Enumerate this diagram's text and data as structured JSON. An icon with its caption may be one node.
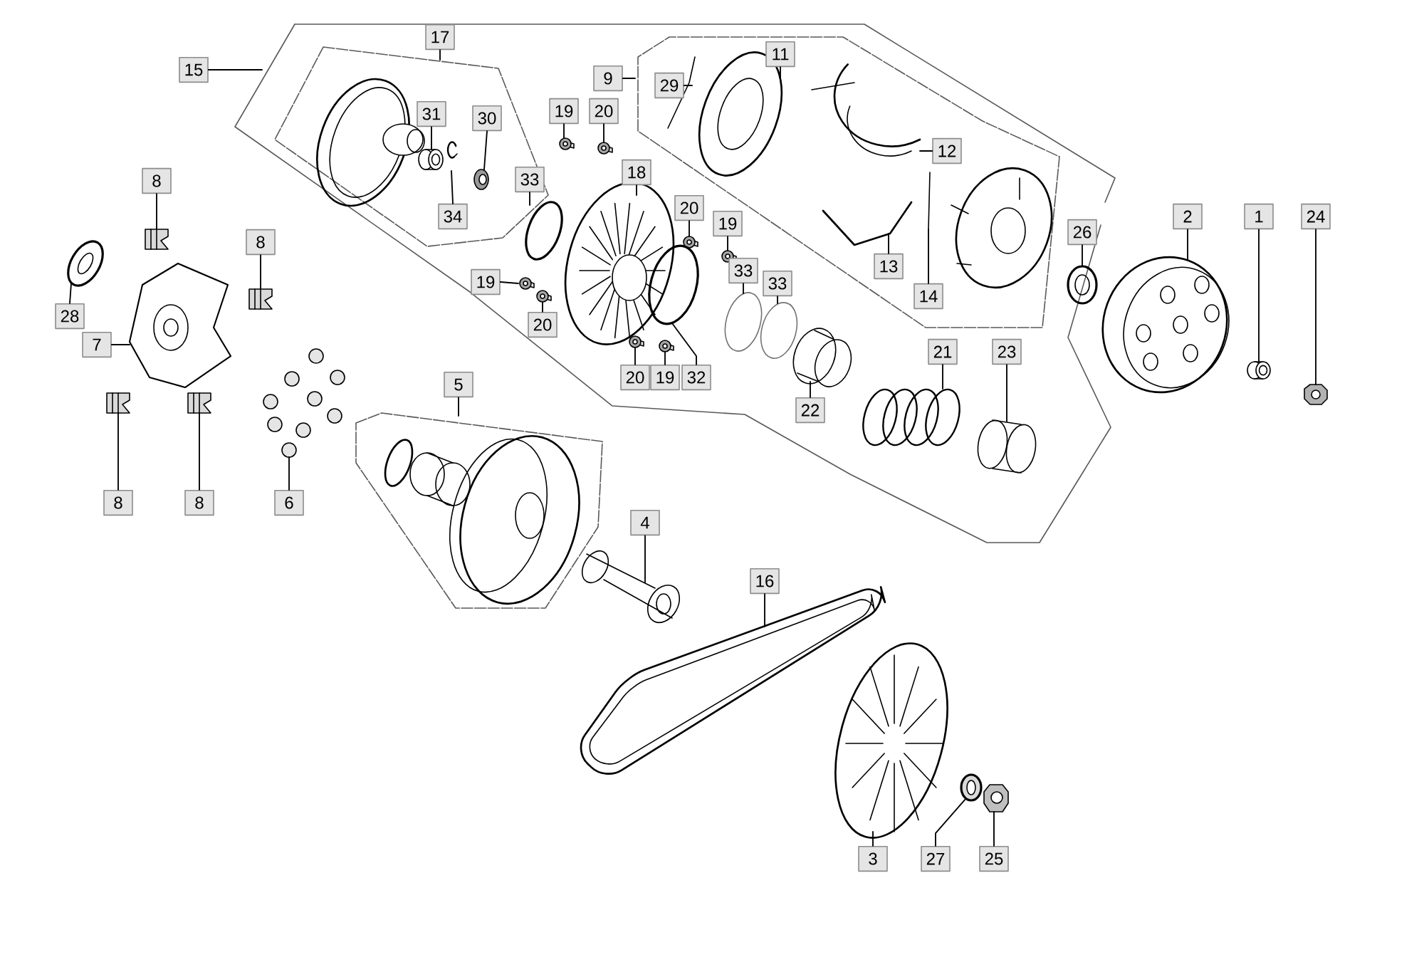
{
  "diagram": {
    "nodes": [
      {
        "text": [
          "17"
        ]
      },
      {
        "text": [
          "11"
        ]
      },
      {
        "text": [
          "15"
        ]
      },
      {
        "text": [
          "9"
        ]
      },
      {
        "text": [
          "29"
        ]
      },
      {
        "text": [
          "19"
        ]
      },
      {
        "text": [
          "20"
        ]
      },
      {
        "text": [
          "31"
        ]
      },
      {
        "text": [
          "30"
        ]
      },
      {
        "text": [
          "12"
        ]
      },
      {
        "text": [
          "18"
        ]
      },
      {
        "text": [
          "33"
        ]
      },
      {
        "text": [
          "8"
        ]
      },
      {
        "text": [
          "20"
        ]
      },
      {
        "text": [
          "34"
        ]
      },
      {
        "text": [
          "19"
        ]
      },
      {
        "text": [
          "2"
        ]
      },
      {
        "text": [
          "1"
        ]
      },
      {
        "text": [
          "24"
        ]
      },
      {
        "text": [
          "26"
        ]
      },
      {
        "text": [
          "8"
        ]
      },
      {
        "text": [
          "13"
        ]
      },
      {
        "text": [
          "33"
        ]
      },
      {
        "text": [
          "19"
        ]
      },
      {
        "text": [
          "33"
        ]
      },
      {
        "text": [
          "14"
        ]
      },
      {
        "text": [
          "28"
        ]
      },
      {
        "text": [
          "20"
        ]
      },
      {
        "text": [
          "7"
        ]
      },
      {
        "text": [
          "21"
        ]
      },
      {
        "text": [
          "23"
        ]
      },
      {
        "text": [
          "20"
        ]
      },
      {
        "text": [
          "19"
        ]
      },
      {
        "text": [
          "32"
        ]
      },
      {
        "text": [
          "5"
        ]
      },
      {
        "text": [
          "22"
        ]
      },
      {
        "text": [
          "8"
        ]
      },
      {
        "text": [
          "8"
        ]
      },
      {
        "text": [
          "6"
        ]
      },
      {
        "text": [
          "4"
        ]
      },
      {
        "text": [
          "16"
        ]
      },
      {
        "text": [
          "3"
        ]
      },
      {
        "text": [
          "27"
        ]
      },
      {
        "text": [
          "25"
        ]
      },
      {
        "text": [],
        "shape": "picture"
      },
      {
        "text": [],
        "shape": "picture"
      },
      {
        "text": [],
        "shape": "picture"
      },
      {
        "text": [],
        "shape": "picture"
      },
      {
        "text": [],
        "shape": "picture"
      },
      {
        "text": [],
        "shape": "picture"
      },
      {
        "text": [],
        "shape": "picture"
      },
      {
        "text": [],
        "shape": "picture"
      },
      {
        "text": [],
        "shape": "picture"
      },
      {
        "text": [],
        "shape": "picture"
      },
      {
        "text": [],
        "shape": "picture"
      },
      {
        "text": [],
        "shape": "picture"
      },
      {
        "text": [],
        "shape": "picture"
      },
      {
        "text": [],
        "shape": "picture"
      },
      {
        "text": [],
        "shape": "picture"
      },
      {
        "text": [],
        "shape": "picture"
      },
      {
        "text": [],
        "shape": "picture"
      },
      {
        "text": [],
        "shape": "picture"
      },
      {
        "text": [],
        "shape": "picture"
      },
      {
        "text": [],
        "shape": "picture"
      },
      {
        "text": [],
        "shape": "picture"
      },
      {
        "text": [],
        "shape": "picture"
      },
      {
        "text": [],
        "shape": "picture"
      },
      {
        "text": [],
        "shape": "picture"
      },
      {
        "text": [],
        "shape": "picture"
      },
      {
        "text": [],
        "shape": "picture"
      },
      {
        "text": [],
        "shape": "picture"
      },
      {
        "text": [],
        "shape": "picture"
      },
      {
        "text": [],
        "shape": "picture"
      },
      {
        "text": [],
        "shape": "picture"
      },
      {
        "text": [],
        "shape": "picture"
      },
      {
        "text": [],
        "shape": "picture"
      },
      {
        "text": [],
        "shape": "picture"
      },
      {
        "text": [],
        "shape": "picture"
      },
      {
        "text": [],
        "shape": "picture"
      },
      {
        "text": [],
        "shape": "picture"
      },
      {
        "text": [],
        "shape": "picture"
      },
      {
        "text": [],
        "shape": "picture"
      },
      {
        "text": [],
        "shape": "picture"
      },
      {
        "text": [],
        "shape": "picture"
      }
    ],
    "edges": [
      {
        "from": 0,
        "to": null,
        "arrow": "none"
      },
      {
        "from": 1,
        "to": 44,
        "arrow": "none"
      },
      {
        "from": 2,
        "to": null,
        "arrow": "none"
      },
      {
        "from": 3,
        "to": null,
        "arrow": "none"
      },
      {
        "from": 4,
        "to": 45,
        "arrow": "none"
      },
      {
        "from": 5,
        "to": 46,
        "arrow": "none"
      },
      {
        "from": 6,
        "to": 47,
        "arrow": "none"
      },
      {
        "from": 7,
        "to": 48,
        "arrow": "none"
      },
      {
        "from": 8,
        "to": 49,
        "arrow": "none"
      },
      {
        "from": 9,
        "to": 50,
        "arrow": "none"
      },
      {
        "from": 10,
        "to": 51,
        "arrow": "none"
      },
      {
        "from": 11,
        "to": 52,
        "arrow": "none"
      },
      {
        "from": 12,
        "to": 53,
        "arrow": "none"
      },
      {
        "from": 13,
        "to": 54,
        "arrow": "none"
      },
      {
        "from": 14,
        "to": 55,
        "arrow": "none"
      },
      {
        "from": 15,
        "to": 56,
        "arrow": "none"
      },
      {
        "from": 16,
        "to": 57,
        "arrow": "none"
      },
      {
        "from": 17,
        "to": 58,
        "arrow": "none"
      },
      {
        "from": 18,
        "to": 59,
        "arrow": "none"
      },
      {
        "from": 19,
        "to": 60,
        "arrow": "none"
      },
      {
        "from": 20,
        "to": 61,
        "arrow": "none"
      },
      {
        "from": 21,
        "to": 62,
        "arrow": "none"
      },
      {
        "from": 22,
        "to": 63,
        "arrow": "none"
      },
      {
        "from": 23,
        "to": 64,
        "arrow": "none"
      },
      {
        "from": 24,
        "to": 65,
        "arrow": "none"
      },
      {
        "from": 25,
        "to": 66,
        "arrow": "none"
      },
      {
        "from": 26,
        "to": 67,
        "arrow": "none"
      },
      {
        "from": 27,
        "to": 68,
        "arrow": "none"
      },
      {
        "from": 28,
        "to": 69,
        "arrow": "none"
      },
      {
        "from": 29,
        "to": 70,
        "arrow": "none"
      },
      {
        "from": 30,
        "to": 71,
        "arrow": "none"
      },
      {
        "from": 31,
        "to": 72,
        "arrow": "none"
      },
      {
        "from": 32,
        "to": 73,
        "arrow": "none"
      },
      {
        "from": 33,
        "to": 74,
        "arrow": "none"
      },
      {
        "from": 34,
        "to": null,
        "arrow": "none"
      },
      {
        "from": 35,
        "to": 75,
        "arrow": "none"
      },
      {
        "from": 36,
        "to": 76,
        "arrow": "none"
      },
      {
        "from": 37,
        "to": 77,
        "arrow": "none"
      },
      {
        "from": 38,
        "to": 78,
        "arrow": "none"
      },
      {
        "from": 39,
        "to": 79,
        "arrow": "none"
      },
      {
        "from": 40,
        "to": 80,
        "arrow": "none"
      },
      {
        "from": 41,
        "to": 81,
        "arrow": "none"
      },
      {
        "from": 42,
        "to": 82,
        "arrow": "none"
      },
      {
        "from": 43,
        "to": 83,
        "arrow": "none"
      }
    ]
  }
}
